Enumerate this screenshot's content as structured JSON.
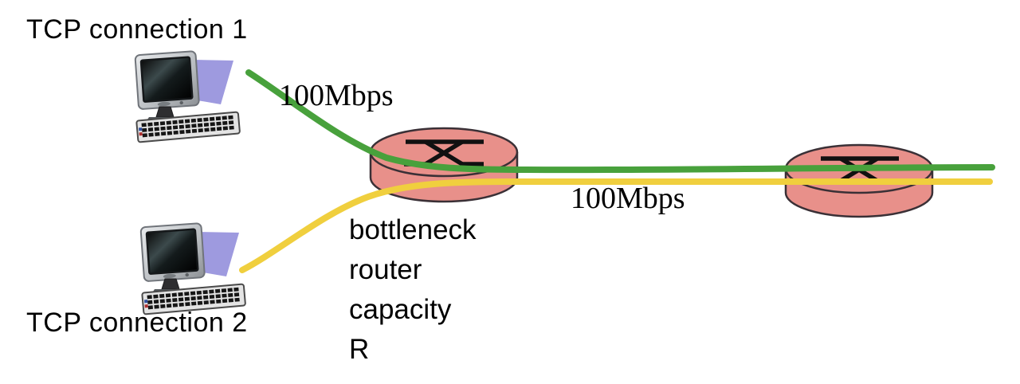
{
  "hosts": {
    "host1": {
      "label": "TCP connection 1"
    },
    "host2": {
      "label": "TCP connection 2"
    }
  },
  "links": {
    "link1": {
      "bandwidth": "100Mbps"
    },
    "link2": {
      "bandwidth": "100Mbps"
    }
  },
  "router": {
    "caption": "bottleneck\nrouter\ncapacity\nR"
  },
  "colors": {
    "connection1": "#48a13c",
    "connection2": "#f0cf3e",
    "router_fill": "#e8908a",
    "router_stroke": "#3a3036",
    "screen_beam": "#9691dc"
  }
}
